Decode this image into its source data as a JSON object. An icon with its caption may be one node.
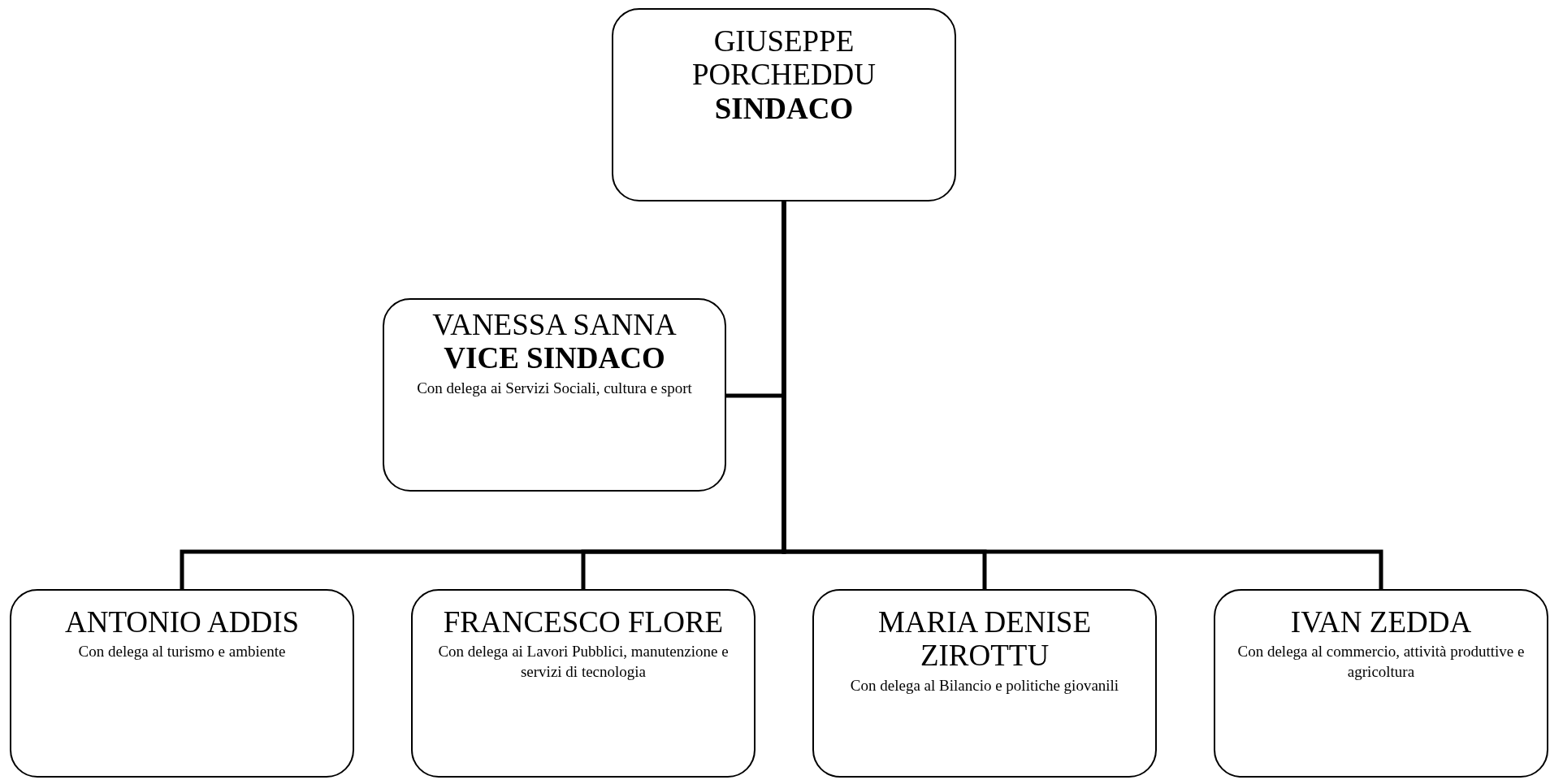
{
  "diagram": {
    "nodes": [
      {
        "text": [
          "GIUSEPPE PORCHEDDU",
          "SINDACO"
        ]
      },
      {
        "text": [
          "VANESSA SANNA",
          "VICE SINDACO",
          "Con delega ai Servizi Sociali, cultura e sport"
        ]
      },
      {
        "text": [
          "ANTONIO ADDIS",
          "Con delega al turismo e ambiente"
        ]
      },
      {
        "text": [
          "FRANCESCO FLORE",
          "Con delega ai Lavori Pubblici, manutenzione e servizi di tecnologia"
        ]
      },
      {
        "text": [
          "MARIA DENISE ZIROTTU",
          "Con delega al Bilancio e politiche giovanili"
        ]
      },
      {
        "text": [
          "IVAN ZEDDA",
          "Con delega al commercio, attività produttive e agricoltura"
        ]
      }
    ],
    "edges": [
      {
        "from": 0,
        "to": 1,
        "arrow": "none"
      },
      {
        "from": 0,
        "to": 2,
        "arrow": "none"
      },
      {
        "from": 0,
        "to": 3,
        "arrow": "none"
      },
      {
        "from": 0,
        "to": 4,
        "arrow": "none"
      },
      {
        "from": 0,
        "to": 5,
        "arrow": "none"
      }
    ]
  }
}
